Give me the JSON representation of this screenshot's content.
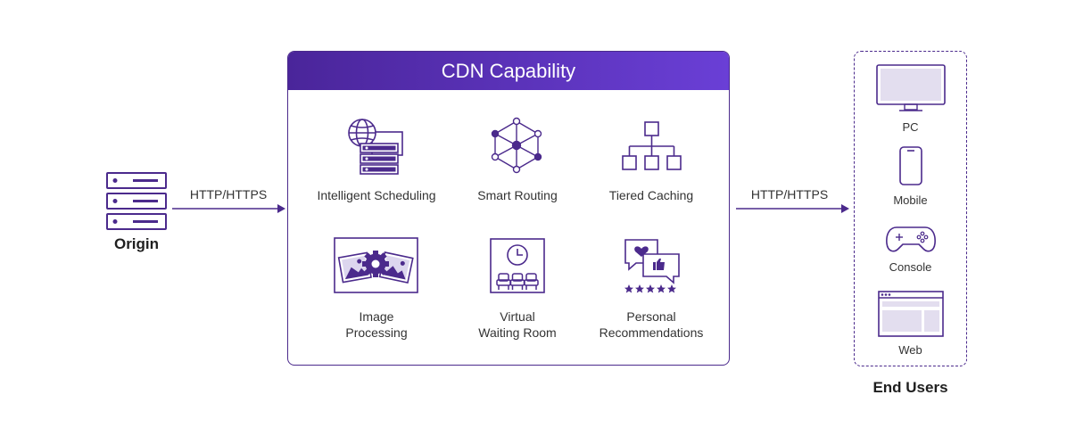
{
  "origin": {
    "label": "Origin",
    "icon": "server-icon"
  },
  "left_arrow": {
    "label": "HTTP/HTTPS"
  },
  "right_arrow": {
    "label": "HTTP/HTTPS"
  },
  "cdn": {
    "title": "CDN Capability",
    "capabilities": [
      {
        "line1": "Intelligent Scheduling",
        "line2": "",
        "icon": "globe-server-icon"
      },
      {
        "line1": "Smart Routing",
        "line2": "",
        "icon": "network-nodes-icon"
      },
      {
        "line1": "Tiered Caching",
        "line2": "",
        "icon": "hierarchy-icon"
      },
      {
        "line1": "Image",
        "line2": "Processing",
        "icon": "image-gear-icon"
      },
      {
        "line1": "Virtual",
        "line2": "Waiting Room",
        "icon": "waiting-room-icon"
      },
      {
        "line1": "Personal",
        "line2": "Recommendations",
        "icon": "recommendation-icon"
      }
    ]
  },
  "end_users": {
    "label": "End Users",
    "devices": [
      {
        "label": "PC",
        "icon": "monitor-icon"
      },
      {
        "label": "Mobile",
        "icon": "phone-icon"
      },
      {
        "label": "Console",
        "icon": "gamepad-icon"
      },
      {
        "label": "Web",
        "icon": "browser-icon"
      }
    ]
  },
  "colors": {
    "accent": "#4b2a8c",
    "gradient_start": "#4a259a",
    "gradient_end": "#6a3fd6"
  }
}
